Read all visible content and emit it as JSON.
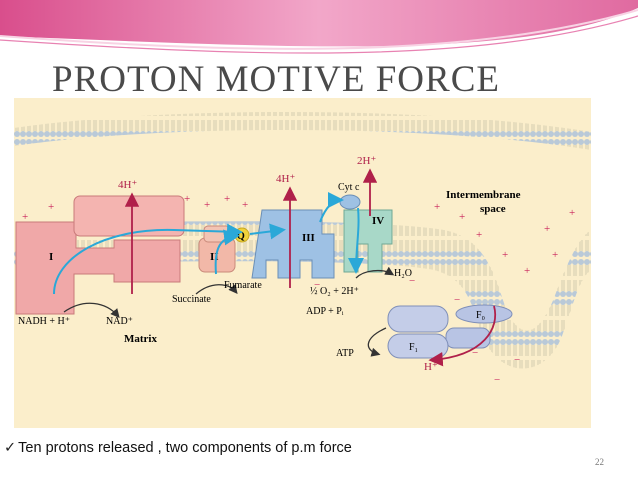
{
  "slide": {
    "title": "PROTON MOTIVE FORCE",
    "bullet": "Ten protons released , two components of p.m force",
    "page_number": "22"
  },
  "colors": {
    "banner_pink": "#e2609a",
    "banner_light": "#f4b7d4",
    "membrane_bg": "#fbeecb",
    "lipid_head": "#b9c9d8",
    "complex_I": "#f0a8a8",
    "complex_II": "#f2b8a8",
    "complex_III": "#9ec1e4",
    "complex_IV": "#a8d8c8",
    "atp_synthase": "#b8c4e4",
    "arrow_blue": "#2aa8d8",
    "arrow_red": "#b0204a",
    "ubiquinone": "#f0d23c"
  },
  "diagram": {
    "complex_I": "I",
    "complex_II": "II",
    "complex_III": "III",
    "complex_IV": "IV",
    "q": "Q",
    "cyt_c": "Cyt c",
    "region_intermembrane_1": "Intermembrane",
    "region_intermembrane_2": "space",
    "region_matrix": "Matrix",
    "proton_I": "4H⁺",
    "proton_III": "4H⁺",
    "proton_IV": "2H⁺",
    "proton_atp": "H⁺",
    "nadh": "NADH + H⁺",
    "nad": "NAD⁺",
    "succinate": "Succinate",
    "fumarate": "Fumarate",
    "h2o": "H₂O",
    "o2": "½ O₂ + 2H⁺",
    "adp": "ADP + Pᵢ",
    "atp": "ATP",
    "fo": "F₀",
    "f1": "F₁"
  }
}
